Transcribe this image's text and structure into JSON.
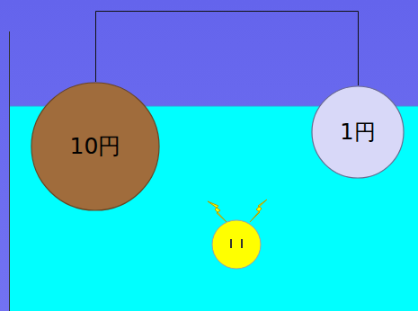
{
  "diagram": {
    "nodes": [
      {
        "text": [
          "10円"
        ]
      },
      {
        "text": [
          "1円"
        ]
      }
    ],
    "edges": [
      {
        "from": 0,
        "to": 1,
        "arrow": "none"
      }
    ]
  }
}
